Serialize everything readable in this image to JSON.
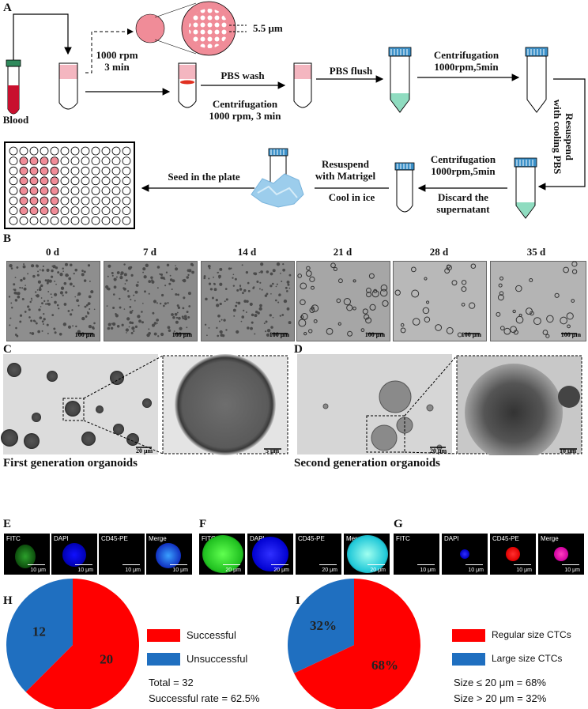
{
  "panel_labels": {
    "a": "A",
    "b": "B",
    "c": "C",
    "d": "D",
    "e": "E",
    "f": "F",
    "g": "G",
    "h": "H",
    "i": "I"
  },
  "panel_a": {
    "blood": "Blood",
    "pore_size": "5.5 μm",
    "step1_line1": "1000 rpm",
    "step1_line2": "3 min",
    "pbs_wash": "PBS wash",
    "centri1_line1": "Centrifugation",
    "centri1_line2": "1000 rpm, 3 min",
    "pbs_flush": "PBS flush",
    "centri2_line1": "Centrifugation",
    "centri2_line2": "1000rpm,5min",
    "resuspend_cool_line1": "Resuspend",
    "resuspend_cool_line2": "with cooling PBS",
    "centri3_line1": "Centrifugation",
    "centri3_line2": "1000rpm,5min",
    "discard_line1": "Discard the",
    "discard_line2": "supernatant",
    "resuspend_matrigel_line1": "Resuspend",
    "resuspend_matrigel_line2": "with  Matrigel",
    "cool_ice": "Cool in ice",
    "seed": "Seed in the plate"
  },
  "panel_b": {
    "days": [
      "0 d",
      "7 d",
      "14 d",
      "21 d",
      "28 d",
      "35 d"
    ],
    "scale": "100 μm"
  },
  "panel_c": {
    "caption": "First generation organoids",
    "scale_main": "20 μm",
    "scale_zoom": "5 μm"
  },
  "panel_d": {
    "caption": "Second generation organoids",
    "scale_main": "20 μm",
    "scale_zoom": "10 μm"
  },
  "panel_e": {
    "channels": [
      "FITC",
      "DAPI",
      "CD45-PE",
      "Merge"
    ],
    "scale": "10 μm"
  },
  "panel_f": {
    "channels": [
      "FITC",
      "DAPI",
      "CD45-PE",
      "Merge"
    ],
    "scale": "20 μm"
  },
  "panel_g": {
    "channels": [
      "FITC",
      "DAPI",
      "CD45-PE",
      "Merge"
    ],
    "scale": "10 μm"
  },
  "colors": {
    "red": "#ff0000",
    "blue": "#1f6fc0",
    "pink": "#f08c98",
    "teal": "#8fdcc0"
  },
  "chart_data": [
    {
      "type": "pie",
      "panel": "H",
      "categories": [
        "Successful",
        "Unsuccessful"
      ],
      "values": [
        20,
        12
      ],
      "slice_labels": [
        "20",
        "12"
      ],
      "colors": [
        "#ff0000",
        "#1f6fc0"
      ],
      "legend_position": "right",
      "annotations": [
        "Total = 32",
        "Successful rate = 62.5%"
      ]
    },
    {
      "type": "pie",
      "panel": "I",
      "categories": [
        "Regular size CTCs",
        "Large size CTCs"
      ],
      "values": [
        68,
        32
      ],
      "slice_labels": [
        "68%",
        "32%"
      ],
      "colors": [
        "#ff0000",
        "#1f6fc0"
      ],
      "legend_position": "right",
      "annotations": [
        "Size ≤ 20 μm = 68%",
        "Size > 20 μm = 32%"
      ]
    }
  ]
}
